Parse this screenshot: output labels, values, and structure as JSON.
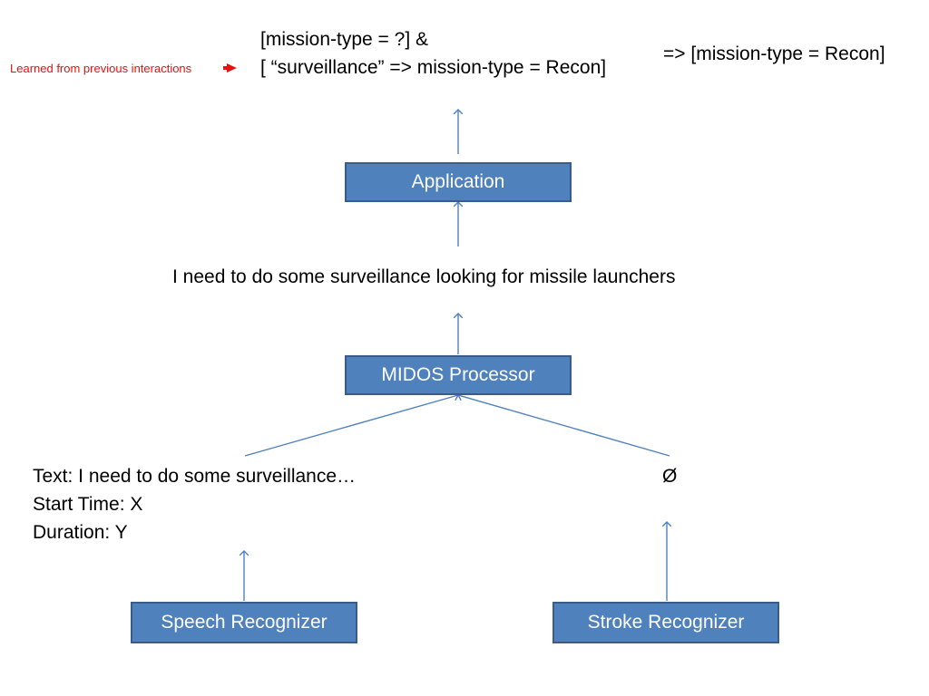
{
  "annotation": {
    "learned_note": "Learned from previous interactions",
    "arrow_color": "#e81010"
  },
  "output": {
    "line1": "[mission-type = ?] &",
    "line2": "[ “surveillance” => mission-type = Recon]",
    "result": "=>  [mission-type = Recon]"
  },
  "nodes": {
    "application": "Application",
    "utterance": "I need to do some surveillance looking for missile launchers",
    "midos": "MIDOS Processor",
    "speech_text": "Text:  I need to do some surveillance…",
    "speech_start": "Start Time: X",
    "speech_duration": "Duration: Y",
    "stroke_output": "Ø",
    "speech_recognizer": "Speech Recognizer",
    "stroke_recognizer": "Stroke Recognizer"
  },
  "colors": {
    "box_fill": "#4f81bd",
    "box_border": "#385d8a",
    "arrow": "#4f81bd"
  }
}
